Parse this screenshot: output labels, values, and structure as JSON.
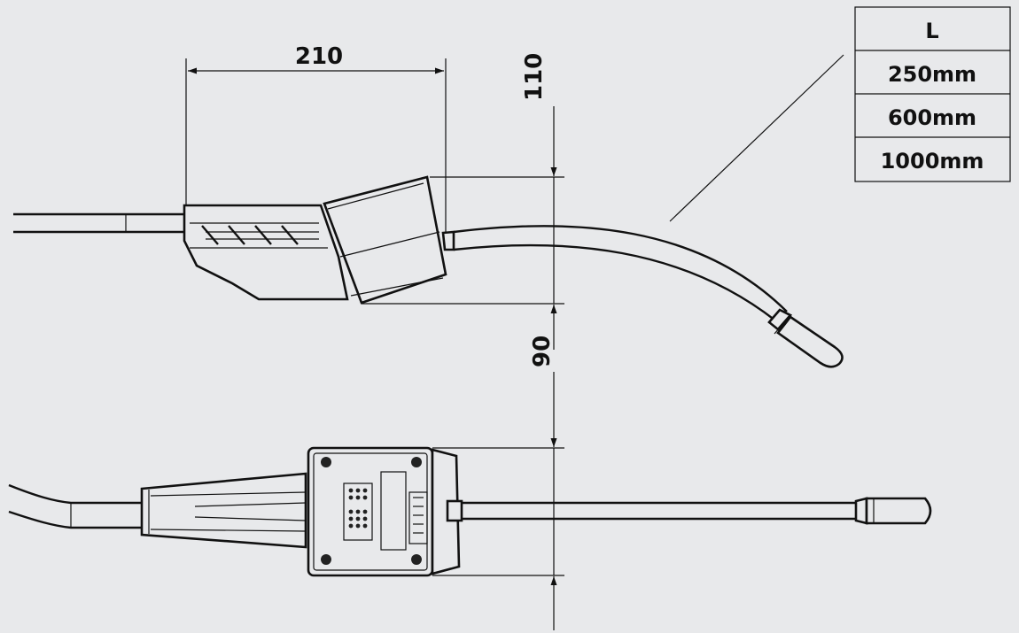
{
  "dimensions": {
    "width_label": "210",
    "side_height_label": "110",
    "top_height_label": "90"
  },
  "length_table": {
    "header": "L",
    "rows": [
      "250mm",
      "600mm",
      "1000mm"
    ]
  }
}
